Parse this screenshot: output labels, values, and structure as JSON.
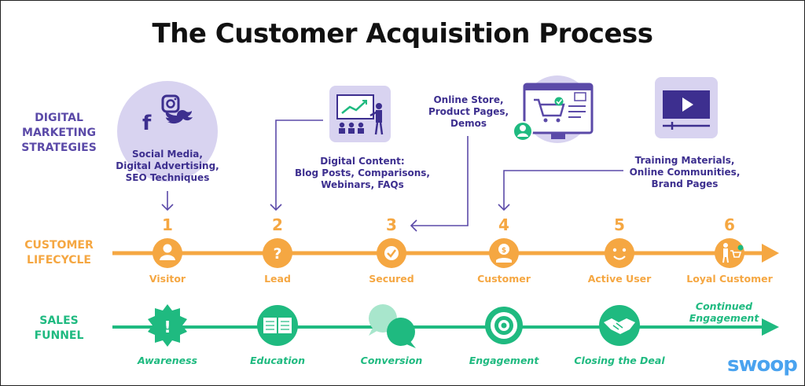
{
  "title": "The Customer Acquisition Process",
  "rows": {
    "digital_marketing": "DIGITAL\nMARKETING\nSTRATEGIES",
    "customer_lifecycle": "CUSTOMER\nLIFECYCLE",
    "sales_funnel": "SALES\nFUNNEL"
  },
  "strategies": [
    {
      "text": "Social Media,\nDigital Advertising,\nSEO Techniques",
      "icon": "social-media-icon"
    },
    {
      "text": "Digital Content:\nBlog Posts, Comparisons,\nWebinars, FAQs",
      "icon": "presentation-icon"
    },
    {
      "text": "Online Store,\nProduct Pages,\nDemos",
      "icon": "online-store-icon"
    },
    {
      "text": "Training Materials,\nOnline Communities,\nBrand Pages",
      "icon": "video-play-icon"
    }
  ],
  "lifecycle": [
    {
      "num": "1",
      "label": "Visitor",
      "icon": "person-icon"
    },
    {
      "num": "2",
      "label": "Lead",
      "icon": "question-icon"
    },
    {
      "num": "3",
      "label": "Secured",
      "icon": "check-icon"
    },
    {
      "num": "4",
      "label": "Customer",
      "icon": "money-bag-icon"
    },
    {
      "num": "5",
      "label": "Active User",
      "icon": "smiley-icon"
    },
    {
      "num": "6",
      "label": "Loyal Customer",
      "icon": "shopper-cart-icon"
    }
  ],
  "funnel": [
    {
      "label": "Awareness",
      "icon": "alert-badge-icon"
    },
    {
      "label": "Education",
      "icon": "open-book-icon"
    },
    {
      "label": "Conversion",
      "icon": "chat-bubbles-icon"
    },
    {
      "label": "Engagement",
      "icon": "target-icon"
    },
    {
      "label": "Closing the Deal",
      "icon": "handshake-icon"
    }
  ],
  "continued": "Continued\nEngagement",
  "logo": "swoop",
  "colors": {
    "purple": "#5b4aa8",
    "lavender": "#d8d3f0",
    "orange": "#f5a742",
    "green": "#1fba80",
    "logo_blue": "#4aa3ef"
  }
}
